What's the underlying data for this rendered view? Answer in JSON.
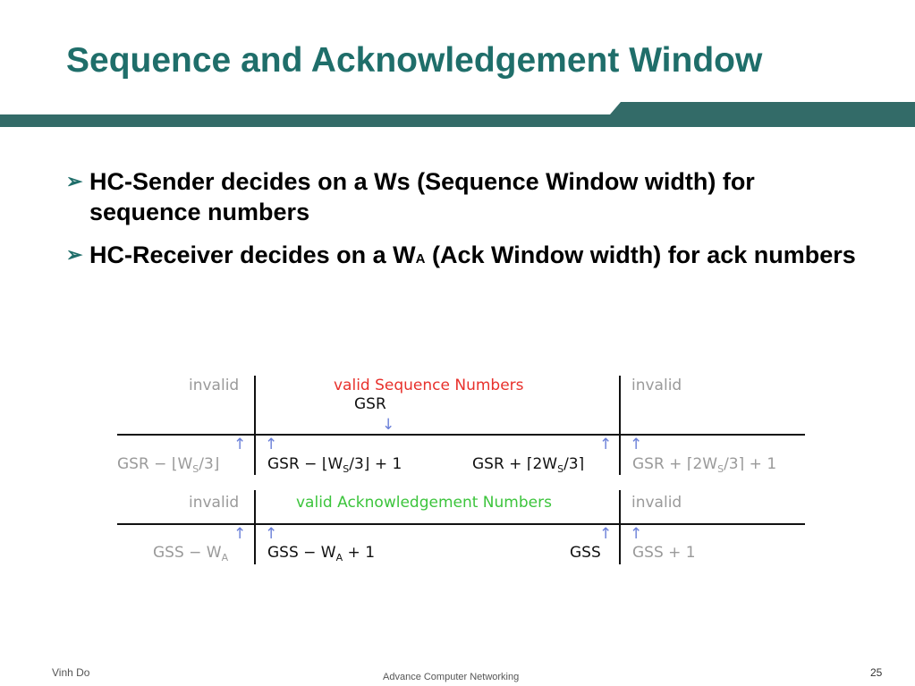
{
  "slide": {
    "title": "Sequence and Acknowledgement Window",
    "accent_color": "#1f6e6a",
    "band_color": "#336b68",
    "bullet_marker_icon": "arrow-bullet-icon",
    "bullets": [
      {
        "text": "HC-Sender decides on a Ws (Sequence Window width) for sequence numbers"
      },
      {
        "pre": "HC-Receiver decides on a W",
        "sub": "A",
        "post": " (Ack Window width) for ack numbers"
      }
    ]
  },
  "diagram": {
    "seq": {
      "left_label": "invalid",
      "center_label": "valid Sequence Numbers",
      "center_color": "#e8312c",
      "gsr_marker": "GSR",
      "right_label": "invalid",
      "bound_left_outside": "GSR − ⌊W",
      "bound_left_inside": "GSR − ⌊W",
      "bound_right_inside": "GSR + ⌈2W",
      "bound_right_outside": "GSR + ⌈2W",
      "w_sub": "S",
      "div3_floor": "/3⌋",
      "div3_ceil": "/3⌉",
      "plus_one": " + 1"
    },
    "ack": {
      "left_label": "invalid",
      "center_label": "valid Acknowledgement Numbers",
      "center_color": "#3cc43c",
      "right_label": "invalid",
      "bound_left_outside": "GSS − W",
      "bound_left_inside": "GSS − W",
      "bound_right_inside": "GSS",
      "bound_right_outside": "GSS + 1",
      "w_sub": "A",
      "plus_one": " + 1"
    },
    "arrow_up": "↑",
    "arrow_down": "↓"
  },
  "footer": {
    "author": "Vinh Do",
    "course": "Advance Computer Networking",
    "page": "25"
  }
}
